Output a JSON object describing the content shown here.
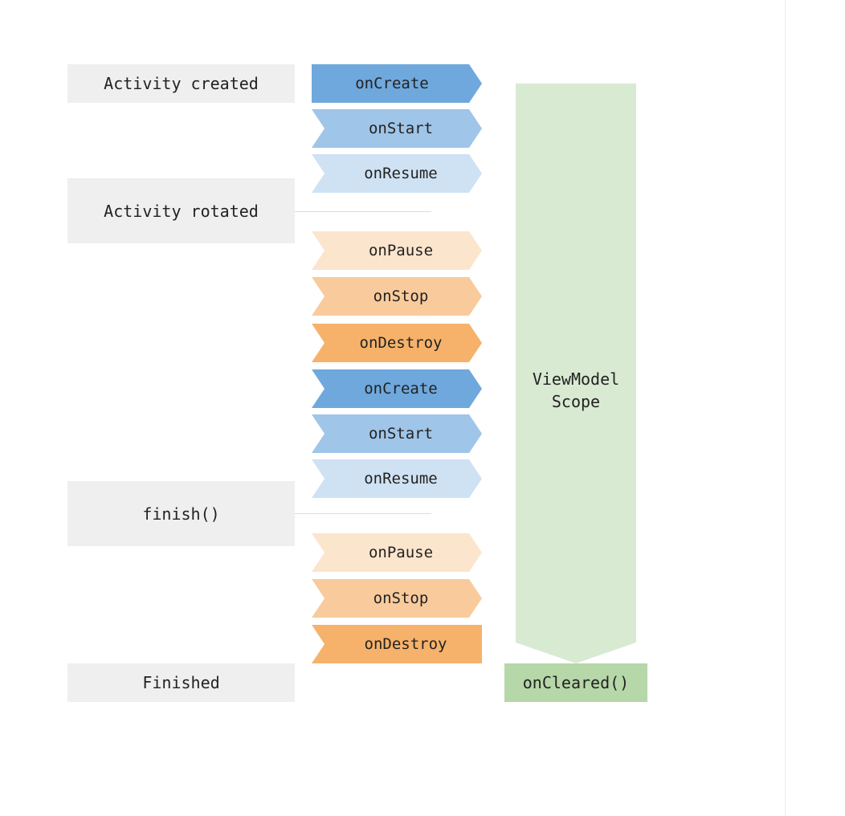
{
  "states": [
    {
      "id": "activity-created",
      "label": "Activity created"
    },
    {
      "id": "activity-rotated",
      "label": "Activity rotated"
    },
    {
      "id": "finish",
      "label": "finish()"
    },
    {
      "id": "finished",
      "label": "Finished"
    }
  ],
  "callbacks": [
    {
      "label": "onCreate",
      "color": "#6fa8dc"
    },
    {
      "label": "onStart",
      "color": "#9fc5e8"
    },
    {
      "label": "onResume",
      "color": "#cfe2f3"
    },
    {
      "label": "onPause",
      "color": "#fce5cd"
    },
    {
      "label": "onStop",
      "color": "#f9cb9c"
    },
    {
      "label": "onDestroy",
      "color": "#f6b26b"
    },
    {
      "label": "onCreate",
      "color": "#6fa8dc"
    },
    {
      "label": "onStart",
      "color": "#9fc5e8"
    },
    {
      "label": "onResume",
      "color": "#cfe2f3"
    },
    {
      "label": "onPause",
      "color": "#fce5cd"
    },
    {
      "label": "onStop",
      "color": "#f9cb9c"
    },
    {
      "label": "onDestroy",
      "color": "#f6b26b"
    }
  ],
  "scope": {
    "line1": "ViewModel",
    "line2": "Scope",
    "color": "#d9ead3"
  },
  "cleared": {
    "label": "onCleared()",
    "color": "#b6d7a8"
  }
}
